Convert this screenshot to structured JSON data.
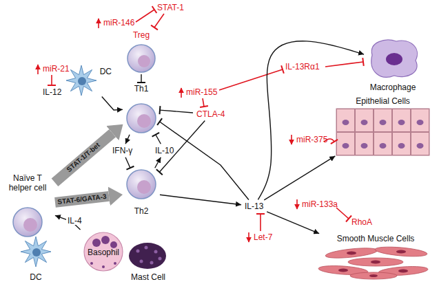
{
  "diagram": {
    "nodes": [
      {
        "text": [
          "Naïve T helper cell"
        ]
      },
      {
        "text": [
          "DC"
        ]
      },
      {
        "text": [
          "DC"
        ]
      },
      {
        "text": [
          "Treg"
        ]
      },
      {
        "text": [
          "Th1"
        ]
      },
      {
        "text": [
          "Th2"
        ]
      },
      {
        "text": [
          "IFN-γ"
        ]
      },
      {
        "text": [
          "IL-10"
        ]
      },
      {
        "text": [
          "CTLA-4"
        ]
      },
      {
        "text": [
          "IL-13"
        ]
      },
      {
        "text": [
          "Basophil"
        ]
      },
      {
        "text": [
          "Mast Cell"
        ]
      },
      {
        "text": [
          "Macrophage"
        ]
      },
      {
        "text": [
          "Epithelial Cells"
        ]
      },
      {
        "text": [
          "Smooth Muscle Cells"
        ]
      }
    ],
    "edges": [
      {
        "from": 0,
        "to": 4,
        "label": "STAT-1/T-bet",
        "arrow": "to"
      },
      {
        "from": 0,
        "to": 5,
        "label": "STAT-6/GATA-3",
        "arrow": "to"
      },
      {
        "from": 2,
        "to": 4,
        "arrow": "to"
      },
      {
        "from": 3,
        "to": 4,
        "arrow": "to"
      },
      {
        "from": 4,
        "to": 6,
        "arrow": "to"
      },
      {
        "from": 6,
        "to": 5,
        "arrow": "to"
      },
      {
        "from": 5,
        "to": 7,
        "arrow": "to"
      },
      {
        "from": 7,
        "to": 4,
        "arrow": "to"
      },
      {
        "from": 8,
        "to": 4,
        "arrow": "to"
      },
      {
        "from": 8,
        "to": 5,
        "arrow": "to"
      },
      {
        "from": 5,
        "to": 9,
        "arrow": "to"
      },
      {
        "from": 9,
        "to": 4,
        "arrow": "to"
      },
      {
        "from": 9,
        "to": 12,
        "arrow": "to"
      },
      {
        "from": 9,
        "to": 13,
        "arrow": "to"
      },
      {
        "from": 9,
        "to": 14,
        "arrow": "to"
      },
      {
        "from": 10,
        "to": 0,
        "label": "IL-4",
        "arrow": "to"
      }
    ],
    "labels": [
      "STAT-1",
      "miR-146",
      "miR-21",
      "IL-12",
      "miR-155",
      "IL-13Rα1",
      "miR-375",
      "Let-7",
      "miR-133a",
      "RhoA"
    ]
  }
}
